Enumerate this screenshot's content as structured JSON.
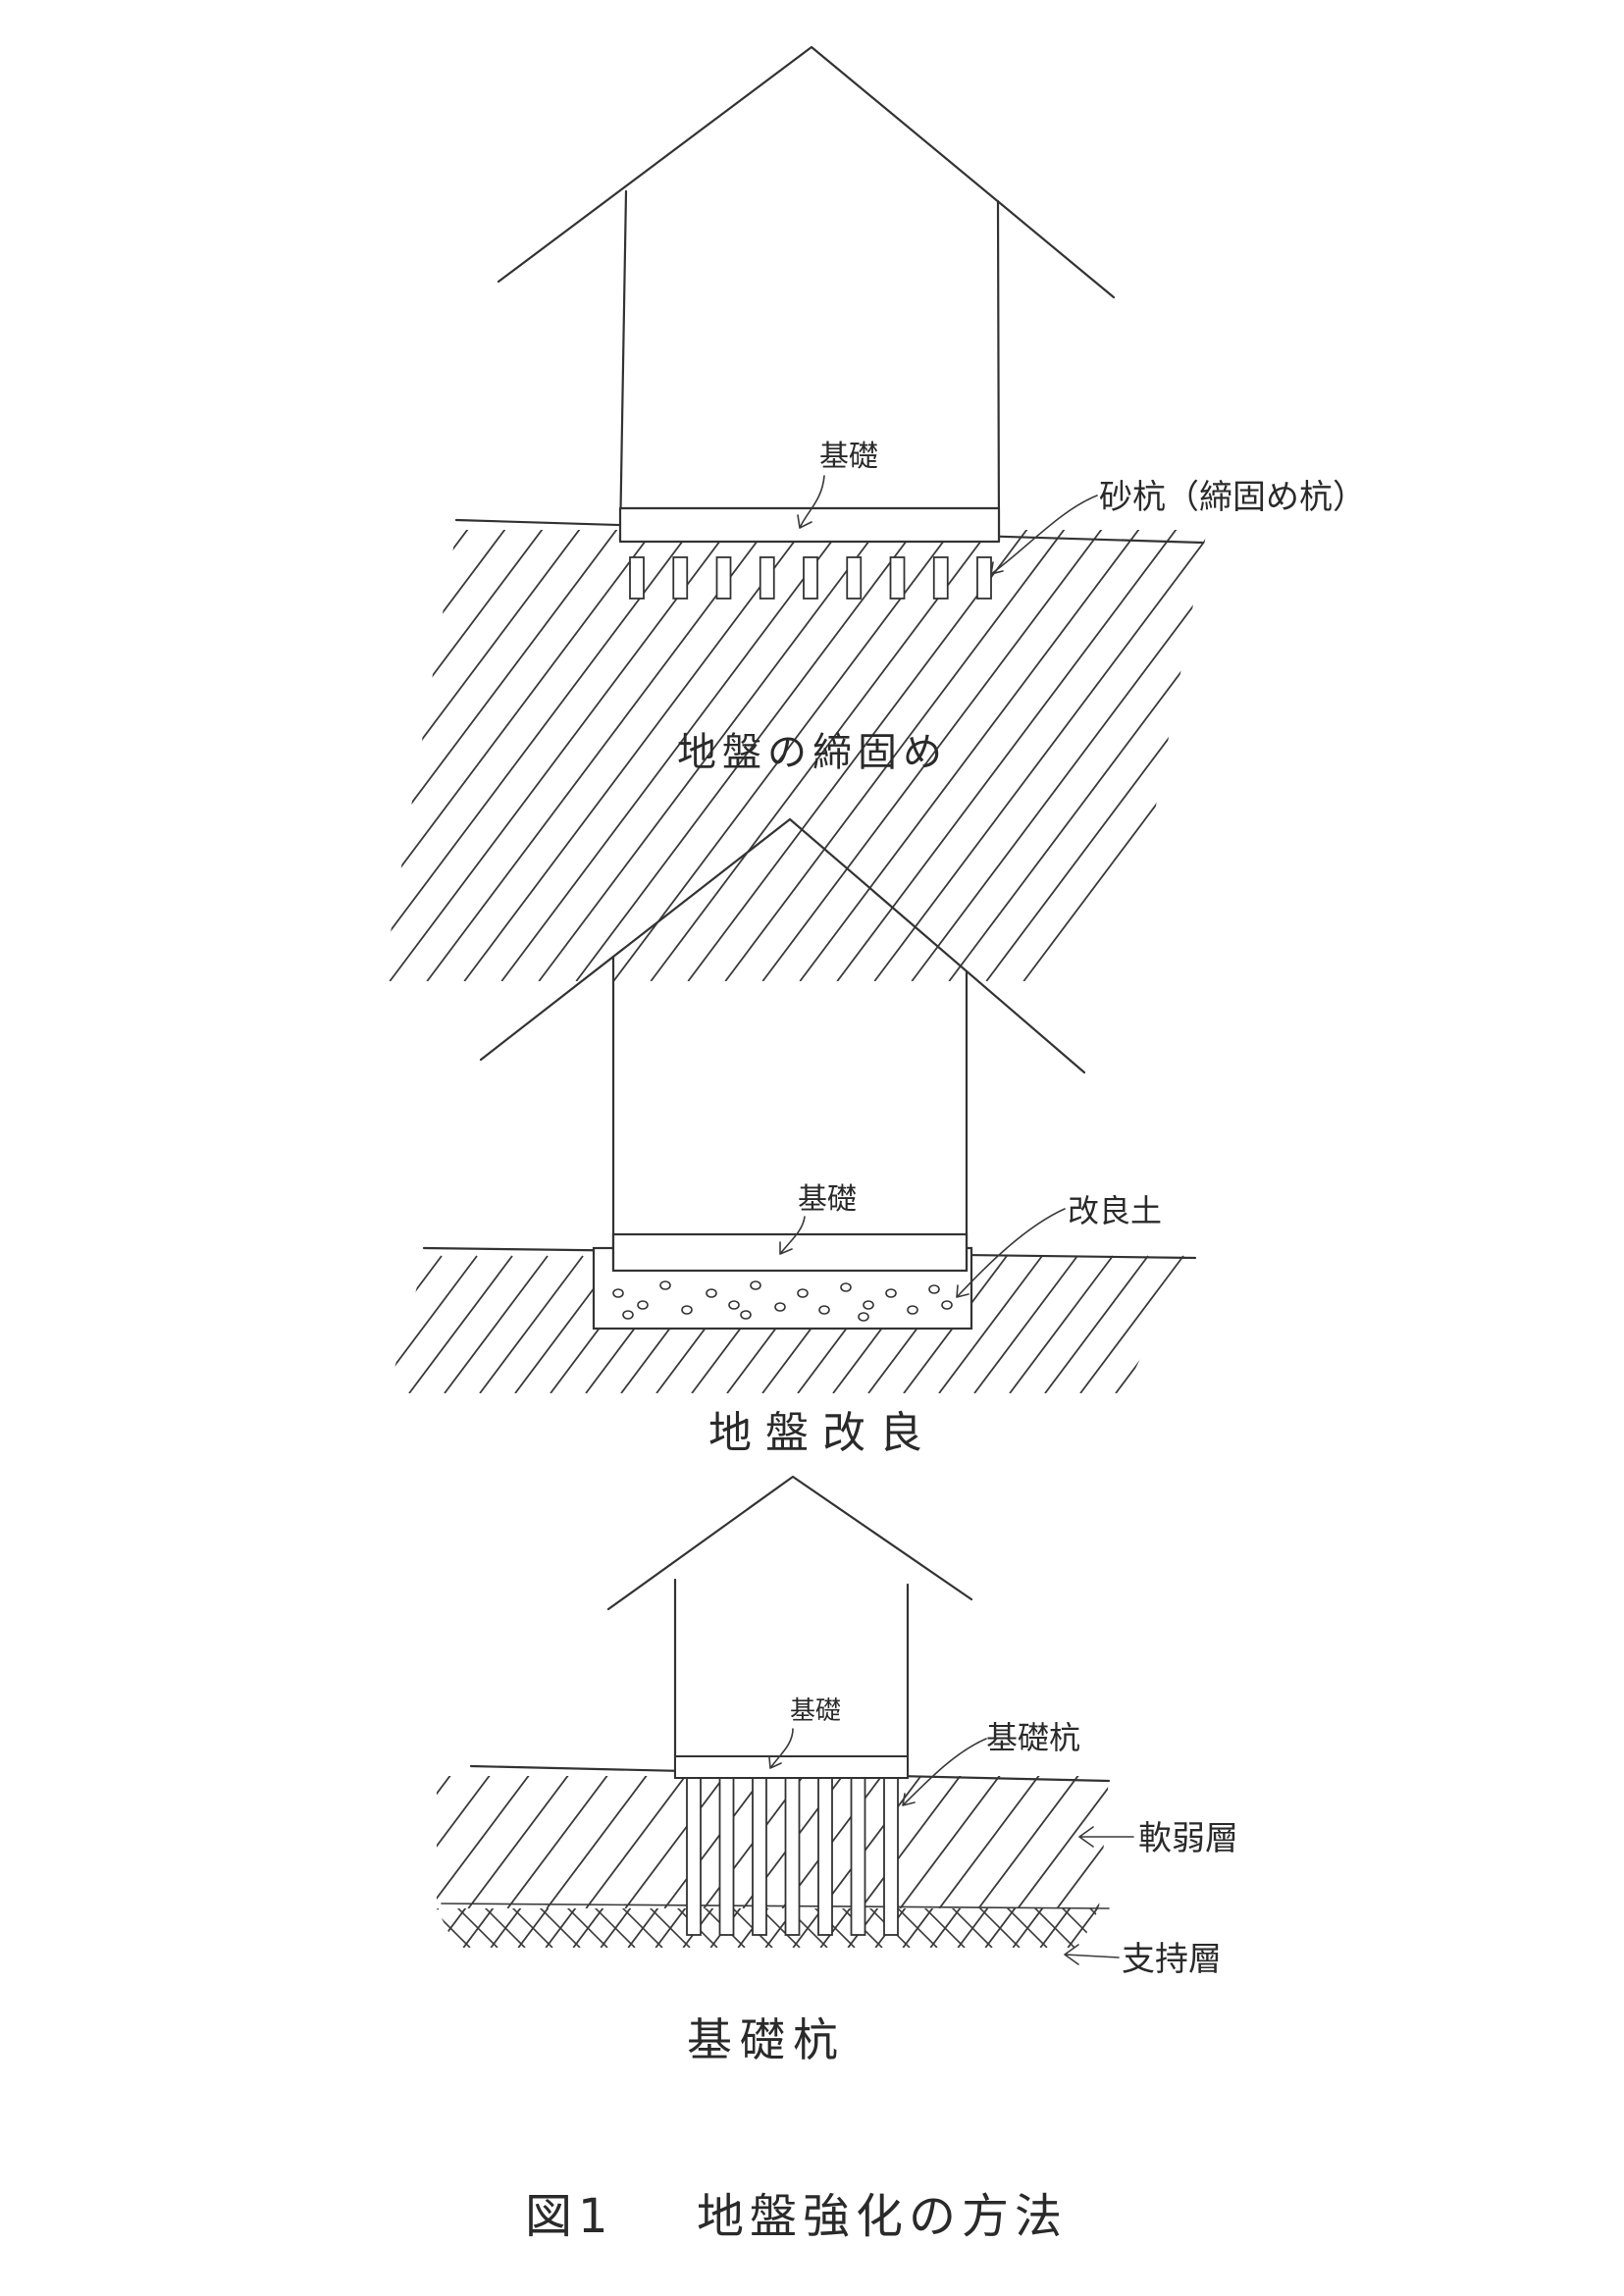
{
  "figure_caption": {
    "number": "図1",
    "title": "地盤強化の方法"
  },
  "panels": [
    {
      "title": "地盤の締固め",
      "labels": {
        "foundation": "基礎",
        "piles": "砂杭（締固め杭）"
      },
      "pile_count": 9
    },
    {
      "title": "地盤改良",
      "labels": {
        "foundation": "基礎",
        "improved_soil": "改良土"
      }
    },
    {
      "title": "基礎杭",
      "labels": {
        "foundation": "基礎",
        "piles": "基礎杭",
        "soft_layer": "軟弱層",
        "bearing_layer": "支持層"
      },
      "pile_count": 7
    }
  ]
}
